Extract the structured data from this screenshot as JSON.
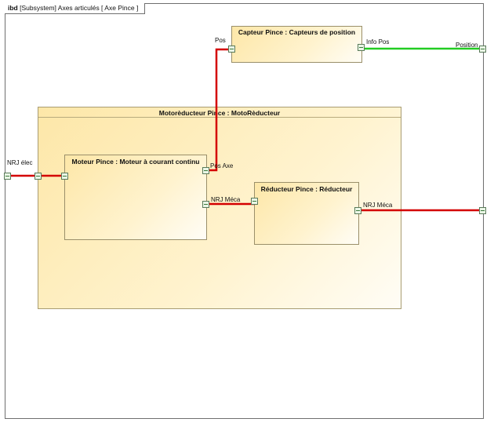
{
  "diagram": {
    "kind": "ibd",
    "header_rest": "[Subsystem] Axes articulés [ Axe Pince ]"
  },
  "blocks": {
    "capteur": {
      "title": "Capteur Pince : Capteurs de position"
    },
    "motoreducteur": {
      "title": "Motorèducteur Pince : MotoRèducteur"
    },
    "moteur": {
      "title": "Moteur Pince : Moteur à courant continu"
    },
    "reducteur": {
      "title": "Réducteur Pince : Réducteur"
    }
  },
  "ports": {
    "nrj_elec": "NRJ élec",
    "pos": "Pos",
    "info_pos": "Info Pos",
    "position": "Position",
    "pos_axe": "Pos Axe",
    "nrj_meca_moteur": "NRJ Méca",
    "nrj_meca_reducteur": "NRJ Méca"
  },
  "colors": {
    "energy_connector": "#d40000",
    "info_connector": "#22cc22",
    "block_fill": "#fde7a8"
  }
}
